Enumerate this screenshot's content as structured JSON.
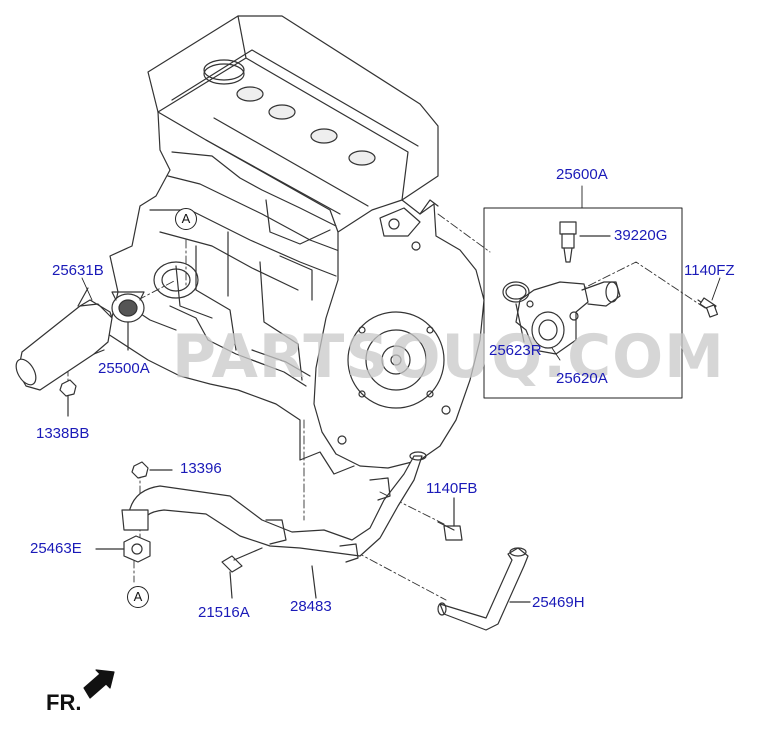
{
  "diagram": {
    "labels": {
      "p25600A": "25600A",
      "p39220G": "39220G",
      "p1140FZ": "1140FZ",
      "p25623R": "25623R",
      "p25620A": "25620A",
      "p25631B": "25631B",
      "p25500A": "25500A",
      "p1338BB": "1338BB",
      "p13396": "13396",
      "p1140FB": "1140FB",
      "p25463E": "25463E",
      "p21516A": "21516A",
      "p28483": "28483",
      "p25469H": "25469H"
    },
    "refs": {
      "top": "A",
      "bottom": "A"
    },
    "direction_label": "FR.",
    "watermark": "PARTSOUQ.COM"
  }
}
